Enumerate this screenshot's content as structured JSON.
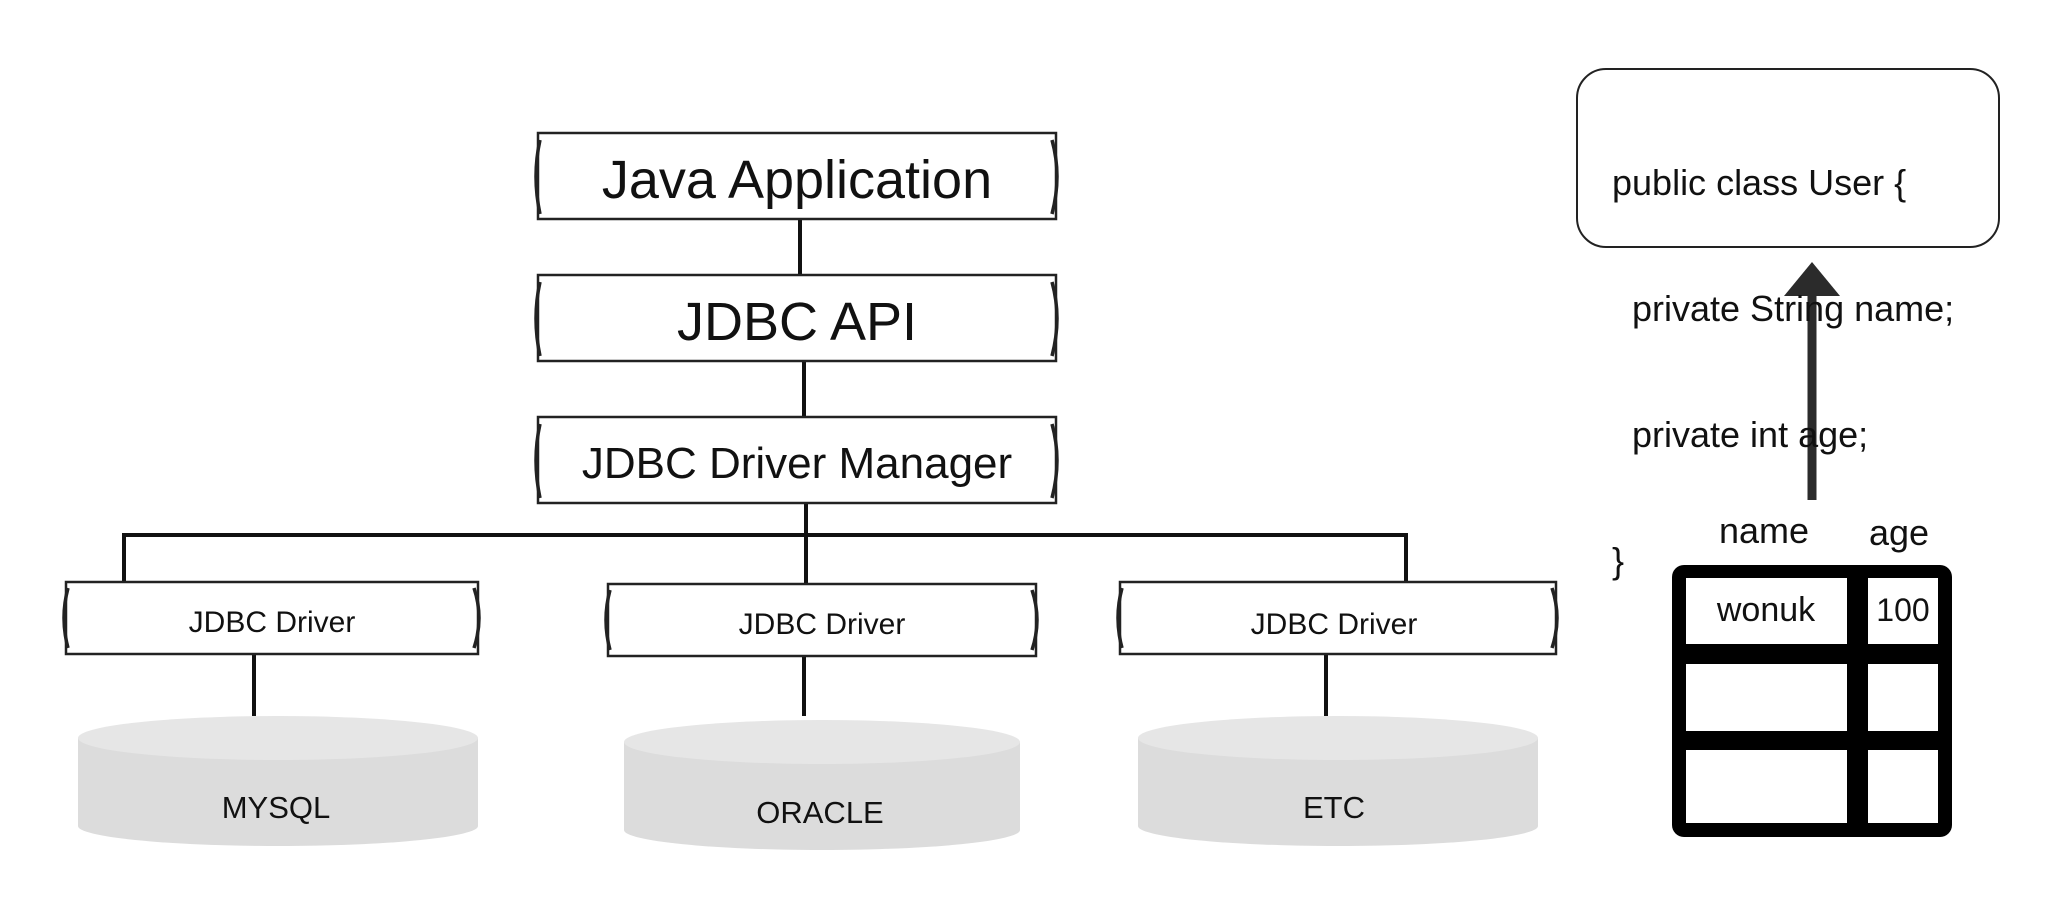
{
  "architecture": {
    "app": "Java  Application",
    "api": "JDBC API",
    "manager": "JDBC Driver Manager",
    "drivers": [
      "JDBC Driver",
      "JDBC Driver",
      "JDBC Driver"
    ],
    "databases": [
      "MYSQL",
      "ORACLE",
      "ETC"
    ]
  },
  "code": {
    "lines": [
      "public class User {",
      "  private String name;",
      "  private int age;",
      "}"
    ]
  },
  "table": {
    "headers": [
      "name",
      "age"
    ],
    "rows": [
      [
        "wonuk",
        "100"
      ],
      [
        "",
        ""
      ],
      [
        "",
        ""
      ]
    ]
  },
  "colors": {
    "stroke": "#111111",
    "cylinder": "#dcdcdc",
    "arrow": "#2b2b2b"
  }
}
